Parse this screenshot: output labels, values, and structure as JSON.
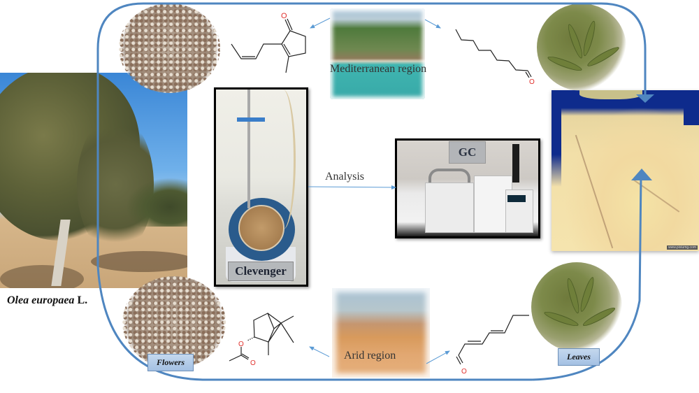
{
  "title": "Olea europaea L. essential oil study graphical abstract",
  "species": {
    "genus_species": "Olea europaea",
    "authority": "L."
  },
  "regions": {
    "mediterranean": "Mediterranean region",
    "arid": "Arid region"
  },
  "plant_parts": {
    "flowers": "Flowers",
    "leaves": "Leaves"
  },
  "equipment": {
    "extraction": "Clevenger",
    "analysis_label": "Analysis",
    "chromatograph": "GC"
  },
  "map": {
    "watermark": "www.pixiumg.com"
  },
  "molecules": [
    {
      "name": "cis-jasmone",
      "position": "top-left",
      "heteroatom": "O"
    },
    {
      "name": "nonanal",
      "position": "top-right",
      "heteroatom": "O"
    },
    {
      "name": "bornyl-acetate",
      "position": "bottom-left",
      "heteroatom": "O"
    },
    {
      "name": "heptadienal",
      "position": "bottom-right",
      "heteroatom": "O"
    }
  ],
  "colors": {
    "cycle_line": "#4f86c0",
    "arrow": "#5b9bd5",
    "oxygen": "#e0302c",
    "label_box": "#a9c4e4"
  }
}
